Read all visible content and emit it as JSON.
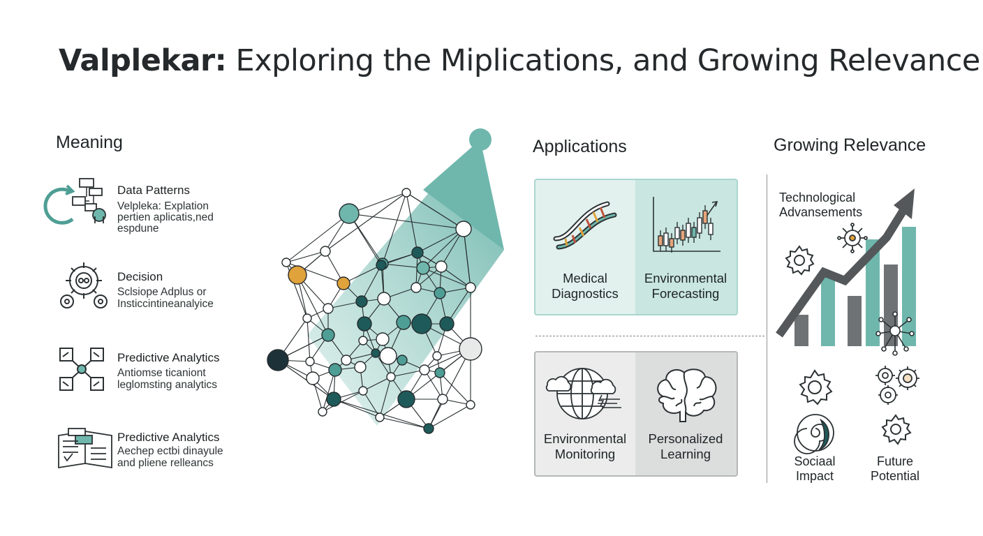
{
  "title": {
    "bold": "Valplekar:",
    "rest": " Exploring the Miplications, and Growing Relevance"
  },
  "meaning": {
    "heading": "Meaning",
    "items": [
      {
        "title": "Data Patterns",
        "lines": [
          "Velpleka: Explation",
          "pertien aplicatis,ned",
          "espdune"
        ],
        "icon": "data-flow-icon"
      },
      {
        "title": "Decision",
        "lines": [
          "Sclsiope Adplus or",
          "Insticcintineanalyice"
        ],
        "icon": "gears-decision-icon"
      },
      {
        "title": "Predictive Analytics",
        "lines": [
          "Antiomse ticaniont",
          "leglomsting analytics"
        ],
        "icon": "network-nodes-icon"
      },
      {
        "title": "Predictive Analytics",
        "lines": [
          "Aechep ectbi dinayule",
          "and pliene relleancs"
        ],
        "icon": "dashboard-book-icon"
      }
    ]
  },
  "applications": {
    "heading": "Applications",
    "cards": [
      {
        "label": "Medical\nDiagnostics",
        "icon": "dna-icon"
      },
      {
        "label": "Environmental\nForecasting",
        "icon": "candlestick-chart-icon"
      },
      {
        "label": "Environmental\nMonitoring",
        "icon": "globe-weather-icon"
      },
      {
        "label": "Personalized\nLearning",
        "icon": "brain-icon"
      }
    ]
  },
  "relevance": {
    "heading": "Growing Relevance",
    "technological": "Technological\nAdvansements",
    "social": "Sociaal\nImpact",
    "future": "Future\nPotential",
    "bar_levels": [
      0.25,
      0.55,
      0.4,
      0.85,
      0.65,
      0.95
    ]
  },
  "colors": {
    "teal": "#6fb7ad",
    "teal_light": "#cfe9e4",
    "dark_teal": "#1f5a5a",
    "navy": "#1c3238",
    "orange": "#e0a23a",
    "gray": "#6f7275",
    "gray_card": "#e6e7e7"
  }
}
